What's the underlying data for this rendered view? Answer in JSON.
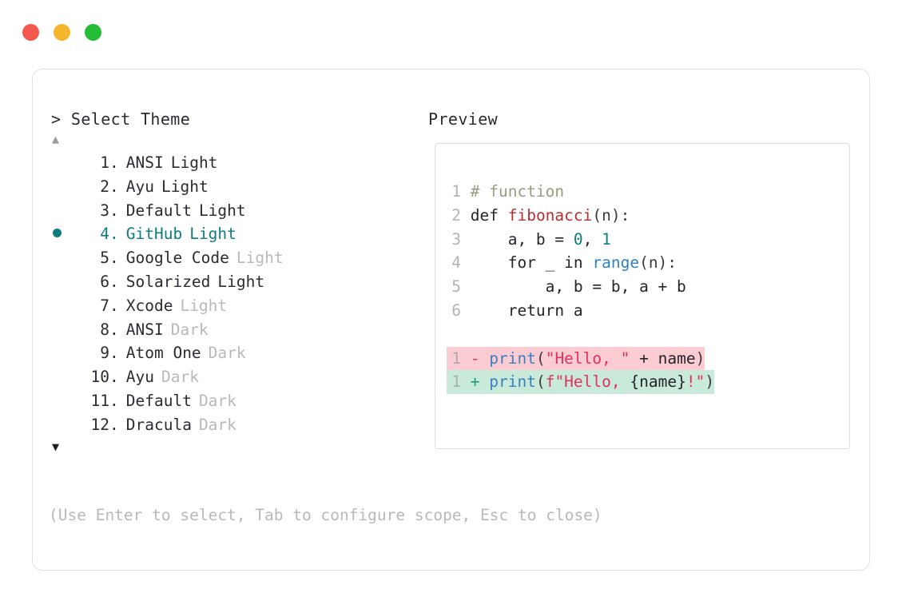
{
  "window": {
    "dots": [
      {
        "name": "close-dot",
        "color": "#f4584f"
      },
      {
        "name": "minimize-dot",
        "color": "#f5b62b"
      },
      {
        "name": "maximize-dot",
        "color": "#23bd38"
      }
    ]
  },
  "panel": {
    "prompt_header": "> Select Theme",
    "preview_header": "Preview",
    "scroll_up": "▲",
    "scroll_down": "▼",
    "selected_index": 4,
    "selection_bullet": "●",
    "hint": "(Use Enter to select, Tab to configure scope, Esc to close)"
  },
  "themes": [
    {
      "index": "1",
      "sep": ".",
      "name": "ANSI",
      "variant": "Light",
      "variant_dim": false,
      "selected": false
    },
    {
      "index": "2",
      "sep": ".",
      "name": "Ayu",
      "variant": "Light",
      "variant_dim": false,
      "selected": false
    },
    {
      "index": "3",
      "sep": ".",
      "name": "Default",
      "variant": "Light",
      "variant_dim": false,
      "selected": false
    },
    {
      "index": "4",
      "sep": ".",
      "name": "GitHub",
      "variant": "Light",
      "variant_dim": false,
      "selected": true
    },
    {
      "index": "5",
      "sep": ".",
      "name": "Google Code",
      "variant": "Light",
      "variant_dim": true,
      "selected": false
    },
    {
      "index": "6",
      "sep": ".",
      "name": "Solarized",
      "variant": "Light",
      "variant_dim": false,
      "selected": false
    },
    {
      "index": "7",
      "sep": ".",
      "name": "Xcode",
      "variant": "Light",
      "variant_dim": true,
      "selected": false
    },
    {
      "index": "8",
      "sep": ".",
      "name": "ANSI",
      "variant": "Dark",
      "variant_dim": true,
      "selected": false
    },
    {
      "index": "9",
      "sep": ".",
      "name": "Atom One",
      "variant": "Dark",
      "variant_dim": true,
      "selected": false
    },
    {
      "index": "10",
      "sep": ".",
      "name": "Ayu",
      "variant": "Dark",
      "variant_dim": true,
      "selected": false
    },
    {
      "index": "11",
      "sep": ".",
      "name": "Default",
      "variant": "Dark",
      "variant_dim": true,
      "selected": false
    },
    {
      "index": "12",
      "sep": ".",
      "name": "Dracula",
      "variant": "Dark",
      "variant_dim": true,
      "selected": false
    }
  ],
  "preview": {
    "code_lines": [
      {
        "no": "1",
        "tokens": [
          {
            "t": "# function",
            "c": "comment"
          }
        ]
      },
      {
        "no": "2",
        "tokens": [
          {
            "t": "def ",
            "c": "kw"
          },
          {
            "t": "fibonacci",
            "c": "fn"
          },
          {
            "t": "(n):",
            "c": "punct"
          }
        ]
      },
      {
        "no": "3",
        "tokens": [
          {
            "t": "    a, b = ",
            "c": "plain"
          },
          {
            "t": "0",
            "c": "num"
          },
          {
            "t": ", ",
            "c": "plain"
          },
          {
            "t": "1",
            "c": "num"
          }
        ]
      },
      {
        "no": "4",
        "tokens": [
          {
            "t": "    for _ in ",
            "c": "plain"
          },
          {
            "t": "range",
            "c": "builtin"
          },
          {
            "t": "(n):",
            "c": "punct"
          }
        ]
      },
      {
        "no": "5",
        "tokens": [
          {
            "t": "        a, b = b, a + b",
            "c": "plain"
          }
        ]
      },
      {
        "no": "6",
        "tokens": [
          {
            "t": "    return a",
            "c": "plain"
          }
        ]
      }
    ],
    "diff_lines": [
      {
        "no": "1",
        "kind": "del",
        "sign": "-",
        "tokens": [
          {
            "t": "print",
            "c": "call"
          },
          {
            "t": "(",
            "c": "punct"
          },
          {
            "t": "\"Hello, \"",
            "c": "str"
          },
          {
            "t": " + name",
            "c": "plain"
          },
          {
            "t": ")",
            "c": "punct"
          }
        ]
      },
      {
        "no": "1",
        "kind": "add",
        "sign": "+",
        "tokens": [
          {
            "t": "print",
            "c": "call"
          },
          {
            "t": "(",
            "c": "punct"
          },
          {
            "t": "f\"Hello, ",
            "c": "str"
          },
          {
            "t": "{name}",
            "c": "plain"
          },
          {
            "t": "!\"",
            "c": "str"
          },
          {
            "t": ")",
            "c": "punct"
          }
        ]
      }
    ]
  },
  "colors": {
    "accent": "#0f7d7b",
    "diff_del_bg": "#fbcdd2",
    "diff_add_bg": "#c9ead9",
    "string": "#e0315f",
    "function": "#b53030",
    "builtin": "#2f80c0"
  }
}
